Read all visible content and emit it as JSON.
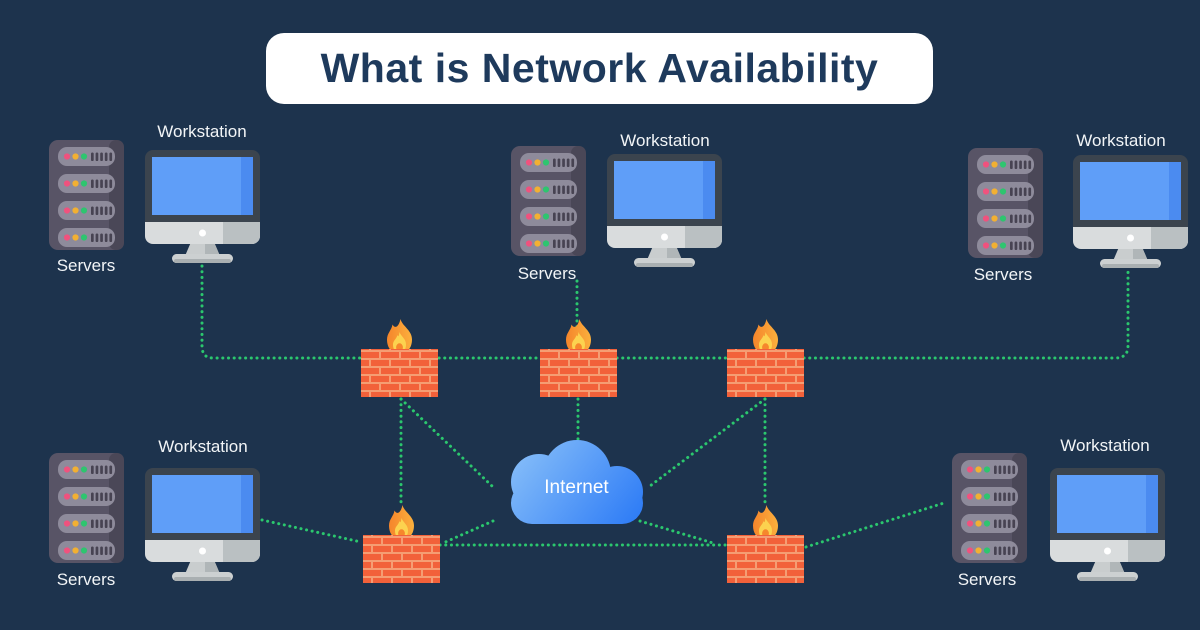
{
  "title": "What is Network Availability",
  "cloud": {
    "label": "Internet"
  },
  "groups": [
    {
      "id": "top-left",
      "servers_label": "Servers",
      "workstation_label": "Workstation"
    },
    {
      "id": "top-center",
      "servers_label": "Servers",
      "workstation_label": "Workstation"
    },
    {
      "id": "top-right",
      "servers_label": "Servers",
      "workstation_label": "Workstation"
    },
    {
      "id": "bottom-left",
      "servers_label": "Servers",
      "workstation_label": "Workstation"
    },
    {
      "id": "bottom-right",
      "servers_label": "Servers",
      "workstation_label": "Workstation"
    }
  ],
  "icons": {
    "server_rack": "server-rack-icon",
    "workstation": "monitor-icon",
    "firewall": "firewall-brick-flame-icon",
    "internet": "cloud-icon"
  },
  "counts": {
    "firewalls": 5,
    "workstations": 5,
    "server_racks": 5
  },
  "colors": {
    "background": "#1d334d",
    "connection_green": "#2bc76e",
    "banner_bg": "#ffffff",
    "title_text": "#1e3a5c",
    "label_text": "#f2f5f7",
    "firewall_brick": "#f2613a",
    "firewall_mortar": "#f59d73",
    "flame_orange": "#f5852b",
    "flame_yellow": "#fcd24f",
    "cloud_blue_light": "#85bdf9",
    "cloud_blue_deep": "#2e7cf6",
    "screen_blue": "#5f9ef8",
    "rack_body": "#585466",
    "rack_bar": "#8e8b9b"
  }
}
